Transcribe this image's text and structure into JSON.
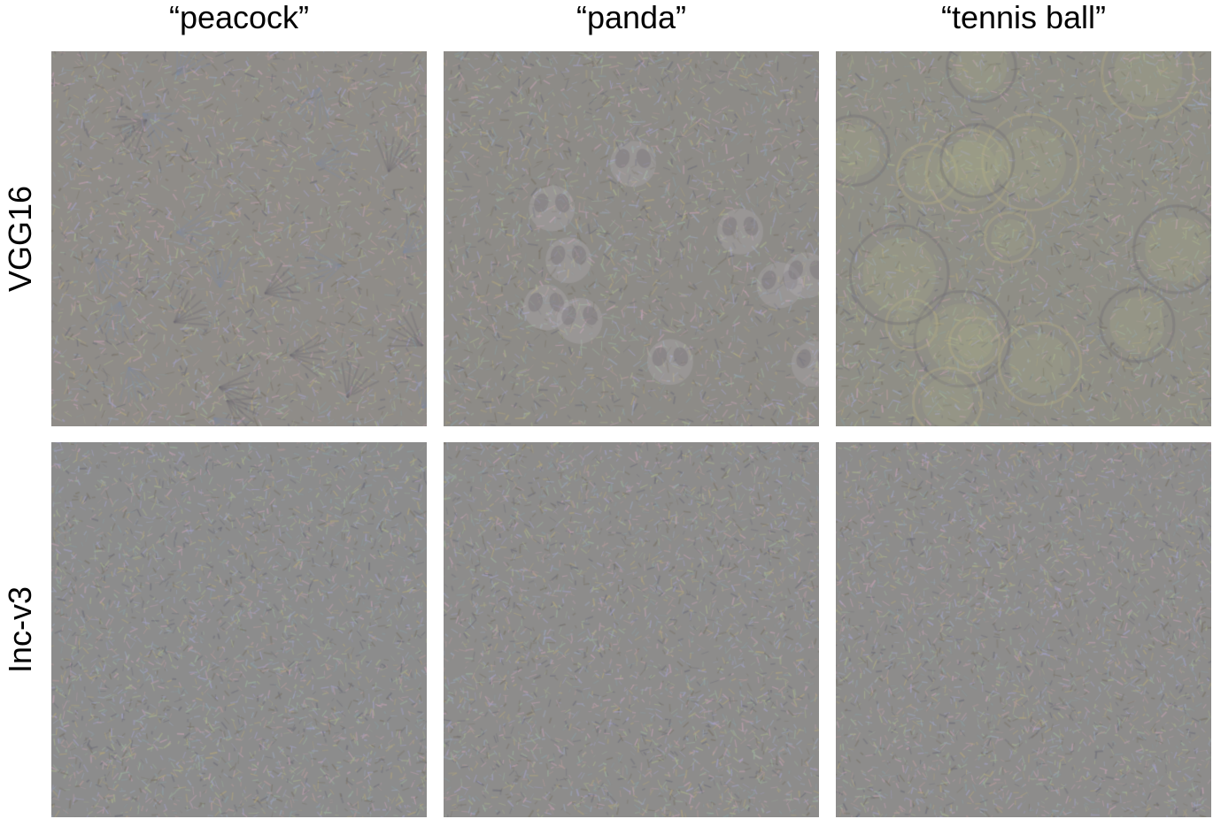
{
  "columns": [
    {
      "label": "“peacock”"
    },
    {
      "label": "“panda”"
    },
    {
      "label": "“tennis ball”"
    }
  ],
  "rows": [
    {
      "label": "VGG16"
    },
    {
      "label": "Inc-v3"
    }
  ],
  "tiles": [
    {
      "row": "VGG16",
      "column": "peacock",
      "subject": "peacock",
      "style": "vgg",
      "motif": "feathers",
      "base_color": "#8f8c88"
    },
    {
      "row": "VGG16",
      "column": "panda",
      "subject": "panda",
      "style": "vgg",
      "motif": "faces",
      "base_color": "#8d8b87"
    },
    {
      "row": "VGG16",
      "column": "tennis ball",
      "subject": "tennis ball",
      "style": "vgg",
      "motif": "circles",
      "base_color": "#8f8e86"
    },
    {
      "row": "Inc-v3",
      "column": "peacock",
      "subject": "peacock",
      "style": "inc",
      "motif": "noise",
      "base_color": "#8c8c8c"
    },
    {
      "row": "Inc-v3",
      "column": "panda",
      "subject": "panda",
      "style": "inc",
      "motif": "noise",
      "base_color": "#8d8c8b"
    },
    {
      "row": "Inc-v3",
      "column": "tennis ball",
      "subject": "tennis ball",
      "style": "inc",
      "motif": "noise",
      "base_color": "#8d8c8b"
    }
  ]
}
